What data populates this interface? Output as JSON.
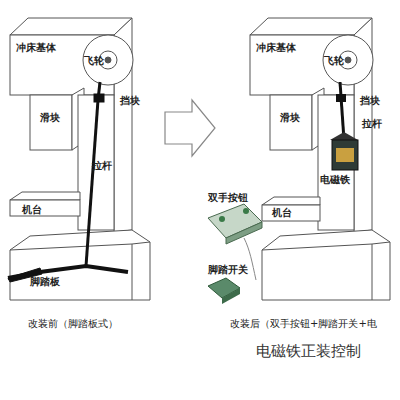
{
  "diagram": {
    "caption": "电磁铁正装控制",
    "labels": [
      "冲床基体",
      "飞轮",
      "挡块",
      "滑块",
      "拉杆",
      "机台",
      "脚踏板",
      "改装前（脚踏板式）",
      "冲床基体",
      "飞轮",
      "挡块",
      "拉杆",
      "滑块",
      "电磁铁",
      "机台",
      "双手按钮",
      "脚踏开关",
      "改装后（双手按钮+脚踏开关+电"
    ]
  }
}
